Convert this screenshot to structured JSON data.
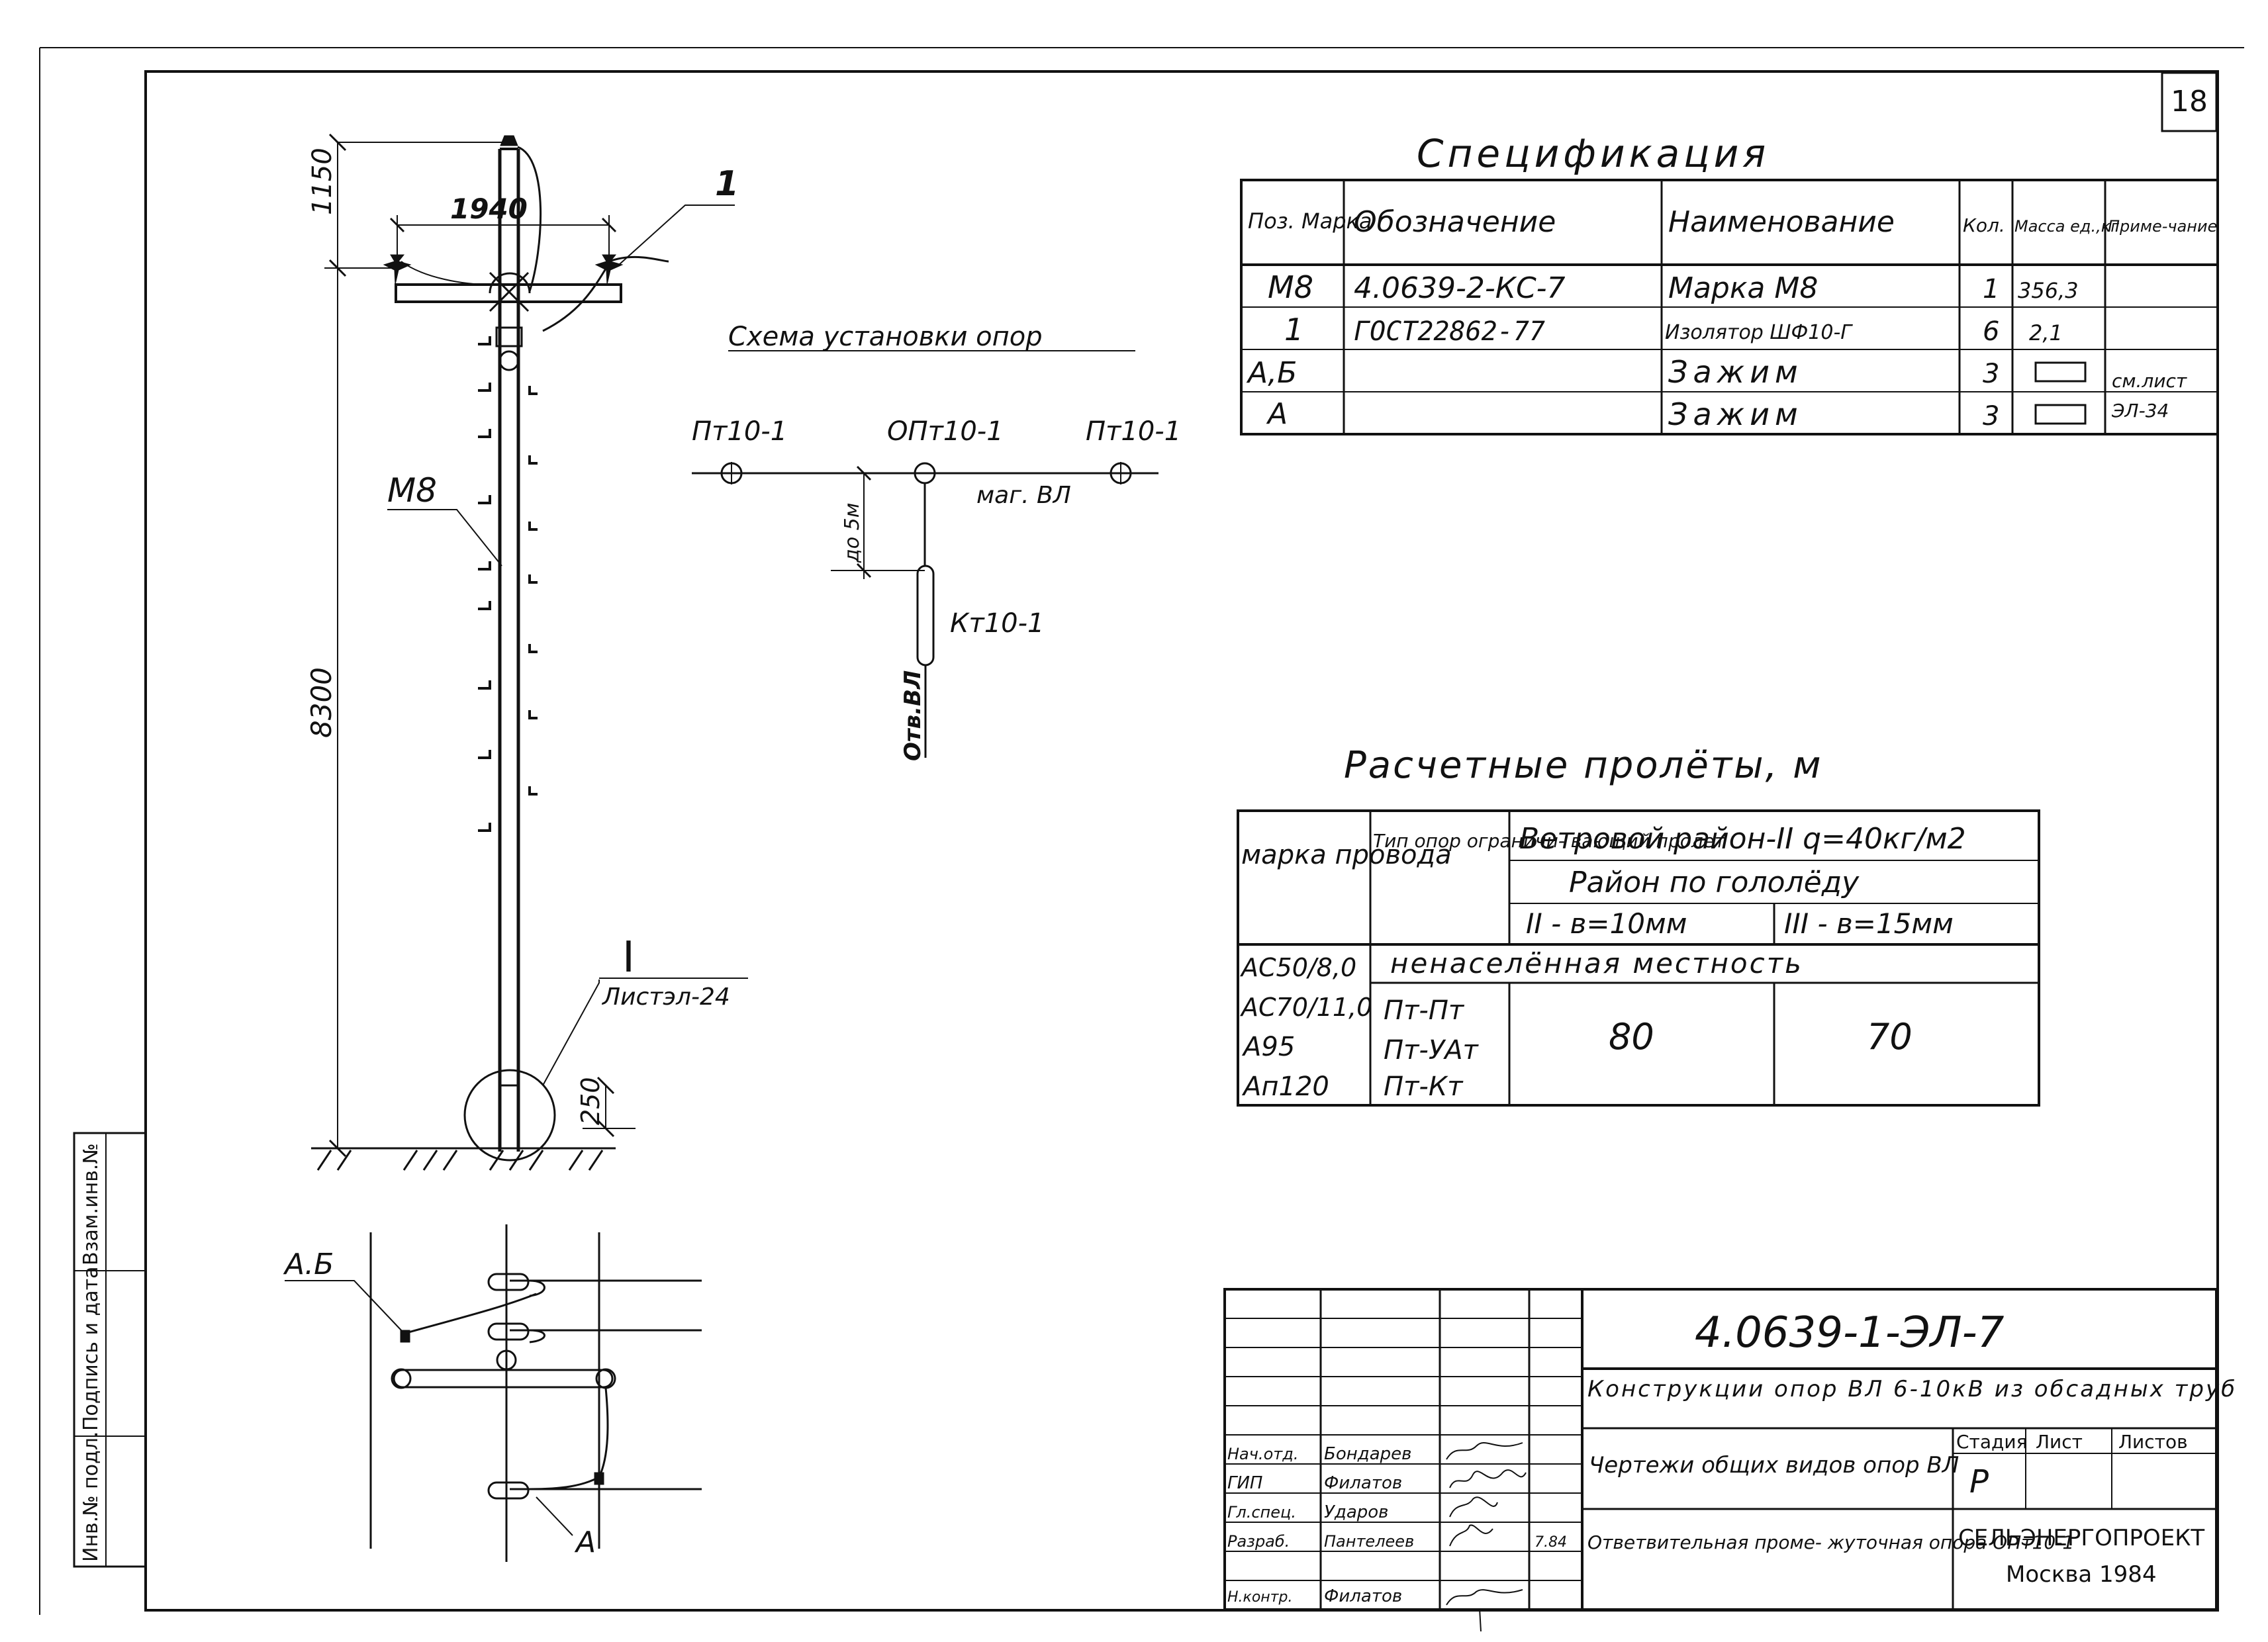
{
  "sheet": {
    "number": "18"
  },
  "pole": {
    "dim_top": "1150",
    "dim_crossarm": "1940",
    "dim_height": "8300",
    "dim_ground": "250",
    "label_insulator": "1",
    "label_mark": "M8",
    "detail_ref_num": "I",
    "detail_ref_sheet": "Листэл-24",
    "plan_label_ab": "А.Б",
    "plan_label_a": "А"
  },
  "scheme": {
    "title": "Схема установки опор",
    "pole_left": "Пт10-1",
    "pole_center": "ОПт10-1",
    "pole_right": "Пт10-1",
    "main_line": "маг. ВЛ",
    "offset": "до 5м",
    "end_pole": "Кт10-1",
    "branch_line": "Отв.ВЛ"
  },
  "spec": {
    "title": "Спецификация",
    "headers": [
      "Поз. Марка",
      "Обозначение",
      "Наименование",
      "Кол.",
      "Масса ед.,кг",
      "Приме-чание"
    ],
    "rows": [
      [
        "М8",
        "4.0639-2-КС-7",
        "Марка М8",
        "1",
        "356,3",
        ""
      ],
      [
        "1",
        "ГОСТ22862-77",
        "Изолятор ШФ10-Г",
        "6",
        "2,1",
        ""
      ],
      [
        "А,Б",
        "",
        "Зажим",
        "3",
        "",
        "см.лист"
      ],
      [
        "А",
        "",
        "Зажим",
        "3",
        "",
        "ЭЛ-34"
      ]
    ]
  },
  "spans": {
    "title": "Расчетные пролёты, м",
    "h_wire": "марка провода",
    "h_type": "Тип опор ограничи- вающий пролет",
    "h_wind": "Ветровой район-II q=40кг/м2",
    "h_ice": "Район по гололёду",
    "h_ice2": "II - в=10мм",
    "h_ice3": "III - в=15мм",
    "h_area": "ненаселённая местность",
    "wires": [
      "АС50/8,0",
      "АС70/11,0",
      "А95",
      "Ап120"
    ],
    "types": [
      "Пт-Пт",
      "Пт-УАт",
      "Пт-Кт"
    ],
    "val_ii": "80",
    "val_iii": "70"
  },
  "stamp": {
    "code": "4.0639-1-ЭЛ-7",
    "project": "Конструкции опор ВЛ 6-10кВ из обсадных труб",
    "sheet_title": "Чертежи общих видов опор ВЛ",
    "doc_title": "Ответвительная проме- жуточная опора ОПт10-1",
    "h_stage": "Стадия",
    "h_sheet": "Лист",
    "h_sheets": "Листов",
    "stage": "Р",
    "org": "СЕЛЬЭНЕРГОПРОЕКТ",
    "city": "Москва 1984",
    "roles": [
      {
        "role": "Нач.отд.",
        "name": "Бондарев"
      },
      {
        "role": "ГИП",
        "name": "Филатов"
      },
      {
        "role": "Гл.спец.",
        "name": "Ударов"
      },
      {
        "role": "Разраб.",
        "name": "Пантелеев"
      },
      {
        "role": "Н.контр.",
        "name": "Филатов"
      }
    ],
    "date": "7.84"
  },
  "side_stamp": {
    "inv_orig": "Инв.№ подл.",
    "sign_date": "Подпись и дата",
    "inv_repl": "Взам.инв.№"
  }
}
